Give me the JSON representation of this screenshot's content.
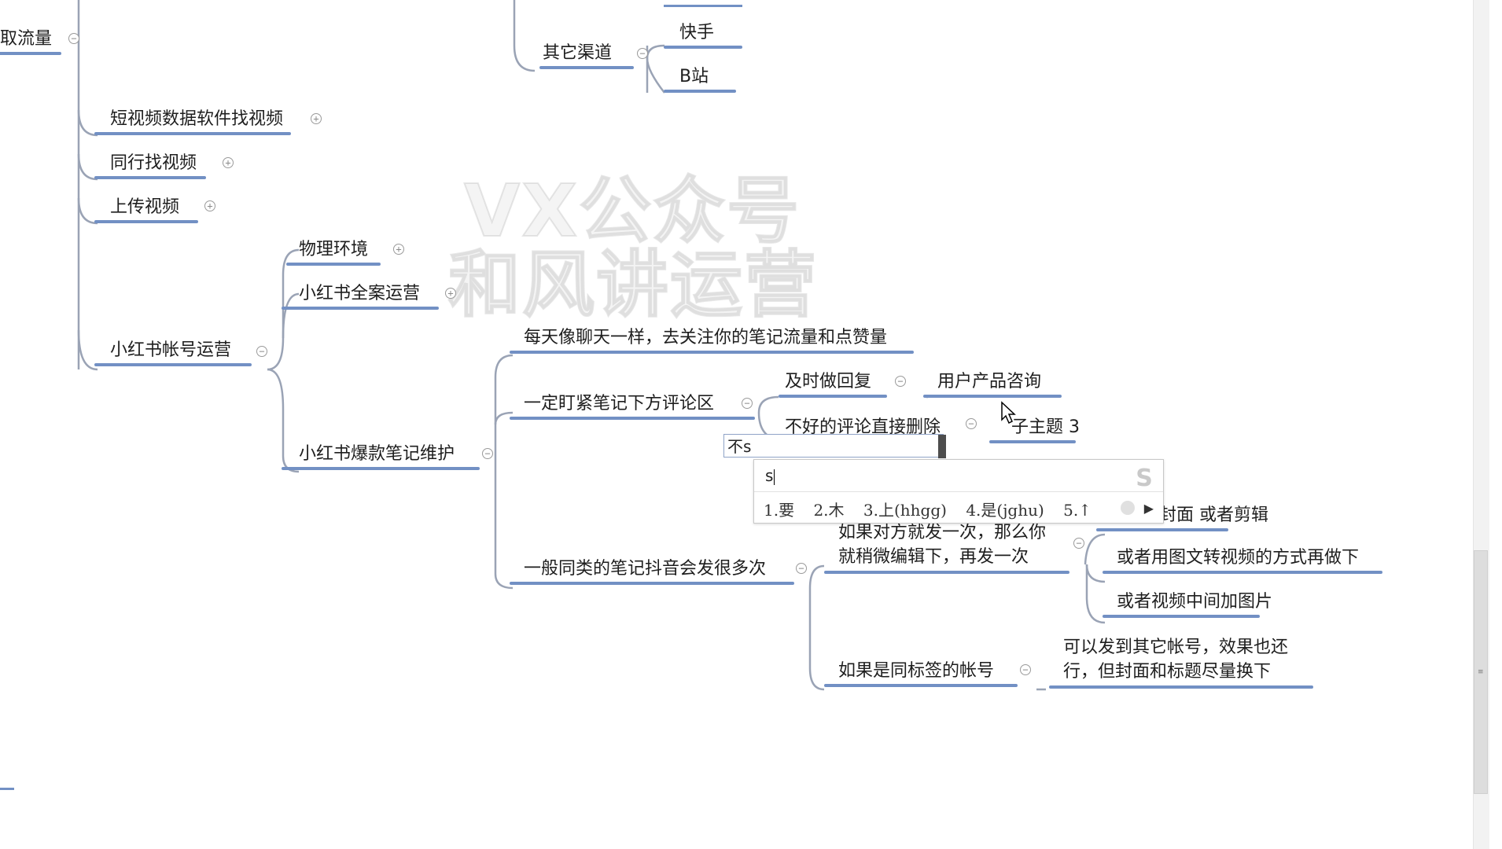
{
  "mindmap": {
    "nodes": {
      "traffic": "取流量",
      "other_channels": "其它渠道",
      "kuaishou": "快手",
      "bilibili": "B站",
      "short_video_data": "短视频数据软件找视频",
      "peer_video": "同行找视频",
      "upload_video": "上传视频",
      "physical_env": "物理环境",
      "xhs_full_ops": "小红书全案运营",
      "xhs_account_ops": "小红书帐号运营",
      "daily_chat": "每天像聊天一样，去关注你的笔记流量和点赞量",
      "watch_comments": "一定盯紧笔记下方评论区",
      "reply_timely": "及时做回复",
      "product_inquiry": "用户产品咨询",
      "delete_bad": "不好的评论直接删除",
      "subtopic3": "子主题 3",
      "xhs_hot_notes": "小红书爆款笔记维护",
      "cover_or_edit": "封面 或者剪辑",
      "if_once_line1": "如果对方就发一次，那么你",
      "if_once_line2": "就稍微编辑下，再发一次",
      "or_image_video": "或者用图文转视频的方式再做下",
      "or_insert_image": "或者视频中间加图片",
      "douyin_same": "一般同类的笔记抖音会发很多次",
      "if_same_tag": "如果是同标签的帐号",
      "other_acc_line1": "可以发到其它帐号，效果也还",
      "other_acc_line2": "行，但封面和标题尽量换下"
    }
  },
  "watermark": {
    "line1": "VX公众号",
    "line2": "和风讲运营"
  },
  "editor": {
    "value": "不s"
  },
  "ime": {
    "composition": "s",
    "candidates": [
      "1.要",
      "2.木",
      "3.上(hhgg)",
      "4.是(jghu)",
      "5.↑"
    ],
    "logo": "S"
  },
  "icons": {
    "collapse": "−",
    "expand": "+"
  },
  "colors": {
    "branch_line": "#7290c4",
    "connector": "#9aa3b5"
  }
}
